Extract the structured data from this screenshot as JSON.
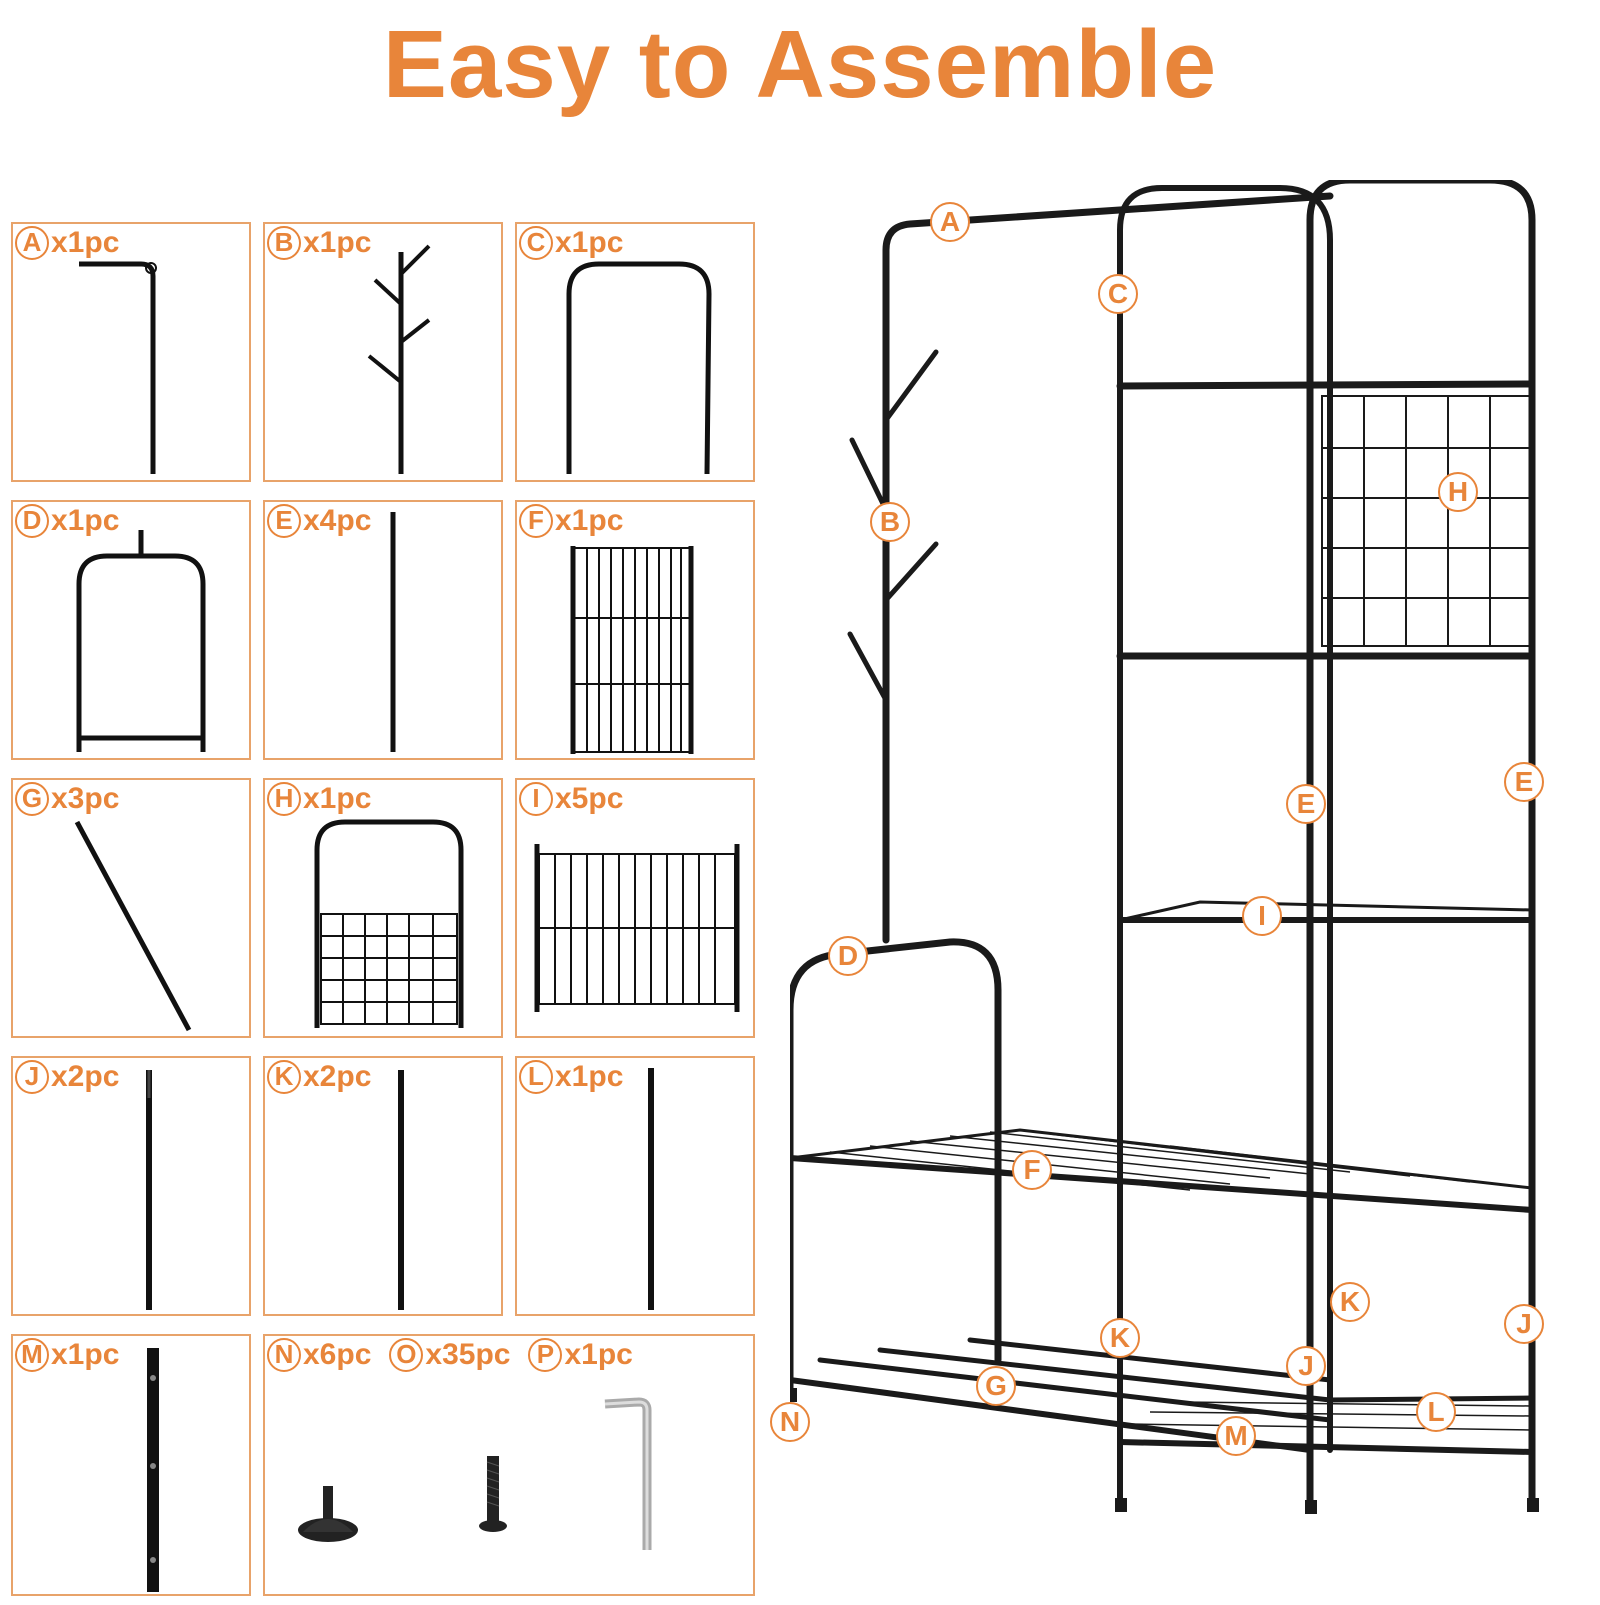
{
  "title": "Easy to Assemble",
  "accent_color": "#e8853a",
  "parts": [
    {
      "letter": "A",
      "qty": "x1pc"
    },
    {
      "letter": "B",
      "qty": "x1pc"
    },
    {
      "letter": "C",
      "qty": "x1pc"
    },
    {
      "letter": "D",
      "qty": "x1pc"
    },
    {
      "letter": "E",
      "qty": "x4pc"
    },
    {
      "letter": "F",
      "qty": "x1pc"
    },
    {
      "letter": "G",
      "qty": "x3pc"
    },
    {
      "letter": "H",
      "qty": "x1pc"
    },
    {
      "letter": "I",
      "qty": "x5pc"
    },
    {
      "letter": "J",
      "qty": "x2pc"
    },
    {
      "letter": "K",
      "qty": "x2pc"
    },
    {
      "letter": "L",
      "qty": "x1pc"
    },
    {
      "letter": "M",
      "qty": "x1pc"
    },
    {
      "letter": "N",
      "qty": "x6pc"
    },
    {
      "letter": "O",
      "qty": "x35pc"
    },
    {
      "letter": "P",
      "qty": "x1pc"
    }
  ],
  "rack_labels": [
    "A",
    "B",
    "C",
    "D",
    "E",
    "E",
    "F",
    "G",
    "H",
    "I",
    "J",
    "J",
    "K",
    "K",
    "L",
    "M",
    "N"
  ]
}
